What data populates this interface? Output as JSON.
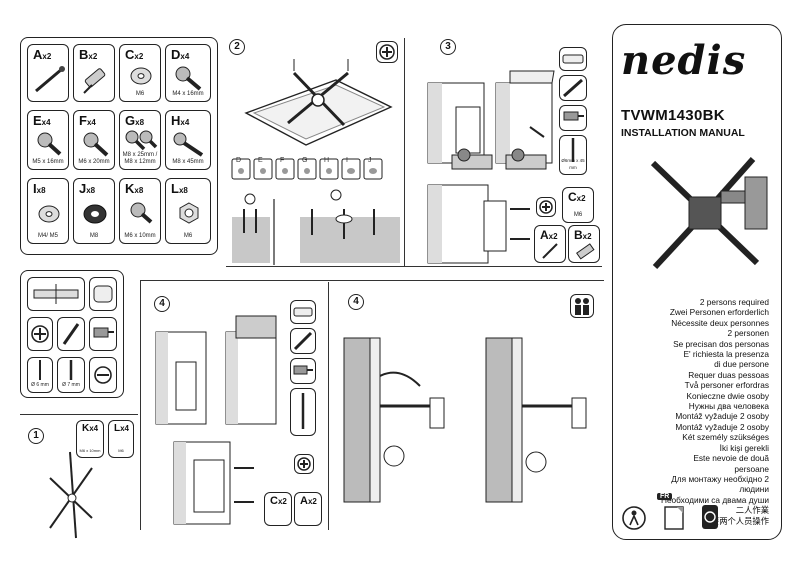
{
  "brand": "nedis",
  "model": "TVWM1430BK",
  "manual_title": "INSTALLATION MANUAL",
  "steps": [
    "2",
    "3",
    "4",
    "4",
    "1"
  ],
  "parts": [
    {
      "letter": "A",
      "qty": "x2",
      "spec": ""
    },
    {
      "letter": "B",
      "qty": "x2",
      "spec": ""
    },
    {
      "letter": "C",
      "qty": "x2",
      "spec": "M6"
    },
    {
      "letter": "D",
      "qty": "x4",
      "spec": "M4 x 16mm"
    },
    {
      "letter": "E",
      "qty": "x4",
      "spec": "M5 x 16mm"
    },
    {
      "letter": "F",
      "qty": "x4",
      "spec": "M6 x 20mm"
    },
    {
      "letter": "G",
      "qty": "x8",
      "spec": "M8 x 25mm / M8 x 12mm"
    },
    {
      "letter": "H",
      "qty": "x4",
      "spec": "M8 x 45mm"
    },
    {
      "letter": "I",
      "qty": "x8",
      "spec": "M4/ M5"
    },
    {
      "letter": "J",
      "qty": "x8",
      "spec": "M8"
    },
    {
      "letter": "K",
      "qty": "x8",
      "spec": "M6 x 10mm"
    },
    {
      "letter": "L",
      "qty": "x8",
      "spec": "M6"
    }
  ],
  "step2_small_parts": [
    "D",
    "E",
    "F",
    "G",
    "H",
    "I",
    "J"
  ],
  "step3_parts": [
    {
      "letter": "C",
      "qty": "x2",
      "spec": "M6"
    },
    {
      "letter": "A",
      "qty": "x2"
    },
    {
      "letter": "B",
      "qty": "x2"
    }
  ],
  "step1_parts": [
    {
      "letter": "K",
      "qty": "x4",
      "spec": "M6 x 10mm"
    },
    {
      "letter": "L",
      "qty": "x4",
      "spec": "M6"
    }
  ],
  "step4_parts": [
    {
      "letter": "C",
      "qty": "x2"
    },
    {
      "letter": "A",
      "qty": "x2"
    }
  ],
  "drill_sizes": [
    "Ø 6 mm",
    "Ø 7 mm"
  ],
  "drill_note": "Ø6mm x 45 mm",
  "persons_required": [
    "2 persons required",
    "Zwei Personen erforderlich",
    "Nécessite deux personnes",
    "2 personen",
    "Se precisan dos personas",
    "E' richiesta la presenza",
    "di due persone",
    "Requer duas pessoas",
    "Två personer erfordras",
    "Konieczne dwie osoby",
    "Нужны два человека",
    "Montáž vyžaduje 2 osoby",
    "Montáž vyžaduje 2 osoby",
    "Két személy szükséges",
    "İki kişi gerekli",
    "Este nevoie de două",
    "persoane",
    "Для монтажу необхідно 2",
    "людини",
    "Необходими са двама души",
    "二人作業",
    "需要两个人员操作"
  ],
  "footer_badge": "FR",
  "colors": {
    "line": "#222222",
    "wall": "#bdbdbd",
    "grey": "#d9d9d9"
  }
}
